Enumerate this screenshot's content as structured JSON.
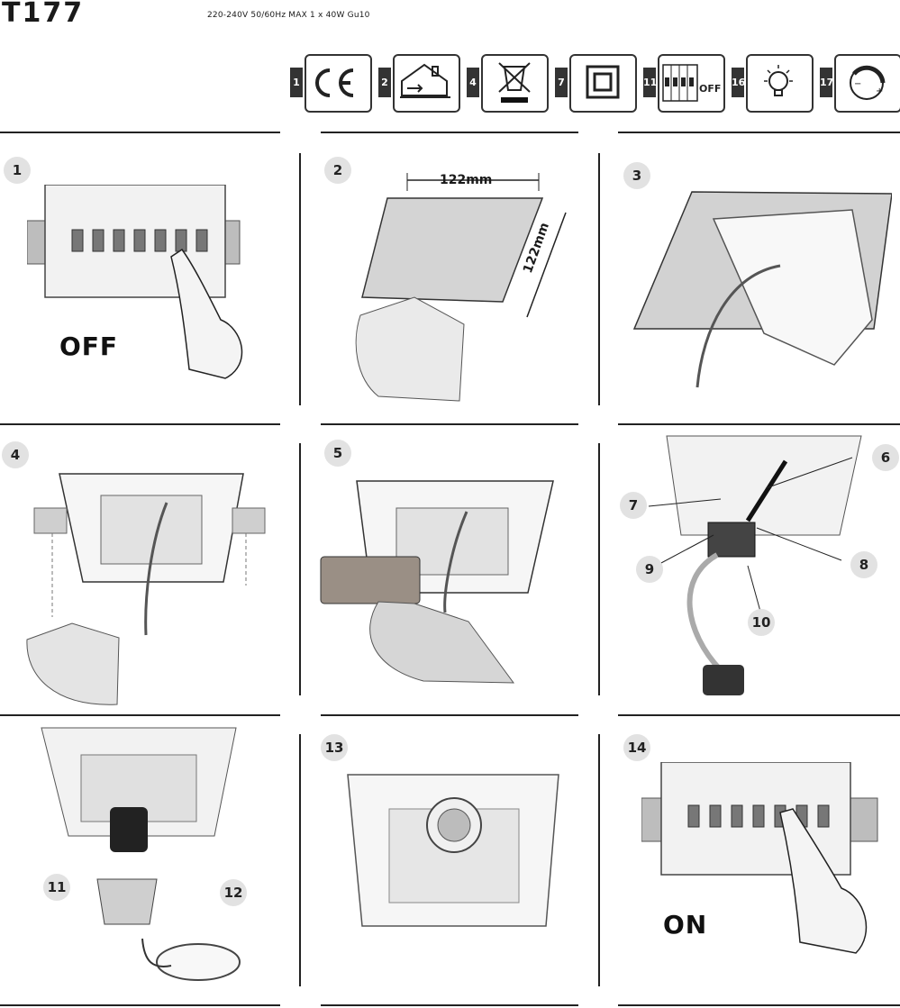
{
  "header": {
    "model": "T177",
    "specs": "220-240V   50/60Hz   MAX   1 x 40W   Gu10"
  },
  "badges": [
    {
      "num": "1",
      "icon": "ce-mark-icon"
    },
    {
      "num": "2",
      "icon": "indoor-use-house-icon"
    },
    {
      "num": "4",
      "icon": "weee-crossed-bin-icon"
    },
    {
      "num": "7",
      "icon": "class-ii-double-square-icon"
    },
    {
      "num": "11",
      "icon": "breaker-off-icon",
      "text": "OFF"
    },
    {
      "num": "16",
      "icon": "light-bulb-icon"
    },
    {
      "num": "17",
      "icon": "dimmable-dial-icon"
    }
  ],
  "steps": {
    "s1": {
      "num": "1",
      "word": "OFF"
    },
    "s2": {
      "num": "2",
      "width": "122mm",
      "height": "122mm"
    },
    "s3": {
      "num": "3"
    },
    "s4": {
      "num": "4"
    },
    "s5": {
      "num": "5"
    },
    "s6": {
      "callouts": [
        "6",
        "7",
        "8",
        "9",
        "10"
      ]
    },
    "s7": {
      "callouts": [
        "11",
        "12"
      ]
    },
    "s8": {
      "num": "13"
    },
    "s9": {
      "num": "14",
      "word": "ON"
    }
  },
  "colors": {
    "ink": "#222222",
    "badge": "#e2e2e2",
    "panel": "#d8d8d8"
  }
}
